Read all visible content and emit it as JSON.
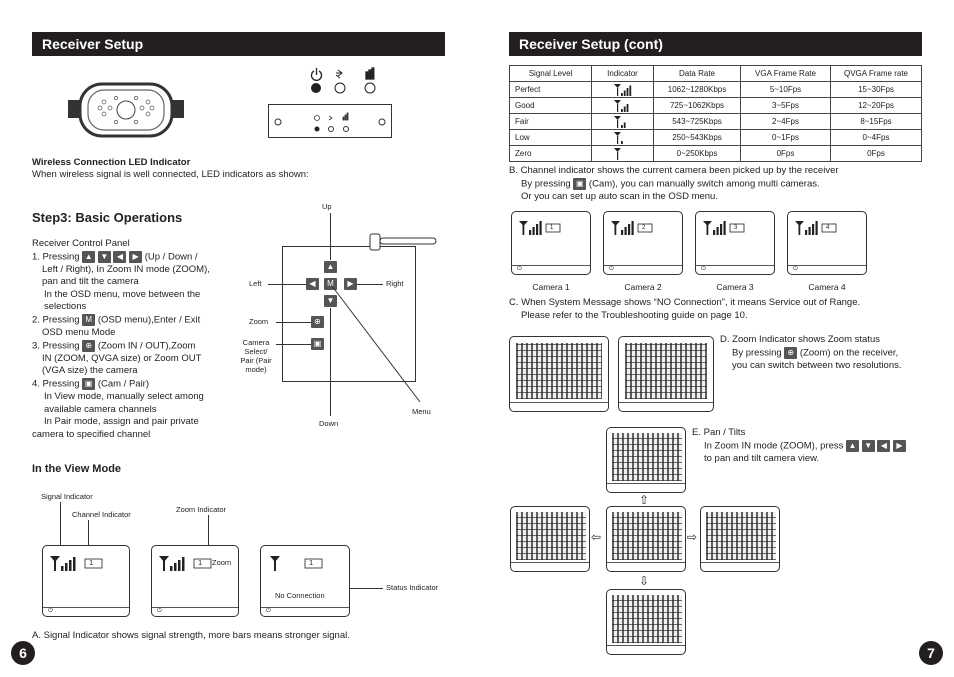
{
  "left": {
    "header": "Receiver Setup",
    "led": {
      "title": "Wireless Connection LED Indicator",
      "desc": "When wireless signal is well connected, LED indicators as shown:"
    },
    "step3": "Step3: Basic Operations",
    "control_panel": "Receiver Control Panel",
    "items": {
      "i1a": "1. Pressing",
      "i1b": "(Up / Down /",
      "i1c": "Left / Right), In Zoom IN mode (ZOOM),",
      "i1d": "pan and tilt the camera",
      "i1e": "In the OSD menu, move between the",
      "i1f": "selections",
      "i2a": "2. Pressing",
      "i2b": "(OSD menu),Enter / Exit",
      "i2c": "OSD menu Mode",
      "i3a": "3. Pressing",
      "i3b": "(Zoom IN / OUT),Zoom",
      "i3c": "IN (ZOOM, QVGA size) or Zoom OUT",
      "i3d": "(VGA size) the camera",
      "i4a": "4. Pressing",
      "i4b": "(Cam / Pair)",
      "i4c": "In View mode, manually select among",
      "i4d": "available camera channels",
      "i4e": "In Pair mode, assign and pair private",
      "i4f": "camera to specified channel"
    },
    "panel_labels": {
      "up": "Up",
      "down": "Down",
      "left": "Left",
      "right": "Right",
      "zoom": "Zoom",
      "camera1": "Camera",
      "camera2": "Select/",
      "camera3": "Pair (Pair",
      "camera4": "mode)",
      "menu": "Menu",
      "m": "M"
    },
    "view_mode": "In the View Mode",
    "indicators": {
      "signal": "Signal Indicator",
      "channel": "Channel Indicator",
      "zoom": "Zoom Indicator",
      "status": "Status Indicator",
      "zoom_text": "Zoom",
      "no_connection": "No Connection",
      "ch": "1"
    },
    "note_a": "A. Signal Indicator shows signal strength, more bars means stronger signal.",
    "page": "6"
  },
  "right": {
    "header": "Receiver Setup (cont)",
    "table": {
      "headers": [
        "Signal Level",
        "Indicator",
        "Data Rate",
        "VGA Frame Rate",
        "QVGA Frame rate"
      ],
      "rows": [
        {
          "level": "Perfect",
          "bars": 4,
          "rate": "1062~1280Kbps",
          "vga": "5~10Fps",
          "qvga": "15~30Fps"
        },
        {
          "level": "Good",
          "bars": 3,
          "rate": "725~1062Kbps",
          "vga": "3~5Fps",
          "qvga": "12~20Fps"
        },
        {
          "level": "Fair",
          "bars": 2,
          "rate": "543~725Kbps",
          "vga": "2~4Fps",
          "qvga": "8~15Fps"
        },
        {
          "level": "Low",
          "bars": 1,
          "rate": "250~543Kbps",
          "vga": "0~1Fps",
          "qvga": "0~4Fps"
        },
        {
          "level": "Zero",
          "bars": 0,
          "rate": "0~250Kbps",
          "vga": "0Fps",
          "qvga": "0Fps"
        }
      ]
    },
    "note_b1": "B. Channel indicator shows the current camera been picked up by the receiver",
    "note_b2a": "By pressing",
    "note_b2b": "(Cam), you can manually switch among multi cameras.",
    "note_b3": "Or you can set up auto scan in the OSD menu.",
    "cameras": [
      "Camera 1",
      "Camera 2",
      "Camera 3",
      "Camera 4"
    ],
    "cam_nums": [
      "1",
      "2",
      "3",
      "4"
    ],
    "note_c1": "C. When System Message shows “NO Connection”, it means Service out of Range.",
    "note_c2": "Please refer to the Troubleshooting guide on page 10.",
    "note_d1": "D. Zoom Indicator shows Zoom status",
    "note_d2a": "By pressing",
    "note_d2b": "(Zoom) on the receiver,",
    "note_d3": "you can switch between two resolutions.",
    "note_e1": "E. Pan / Tilts",
    "note_e2": "In Zoom IN mode (ZOOM), press",
    "note_e3": "to pan and tilt camera view.",
    "page": "7"
  }
}
